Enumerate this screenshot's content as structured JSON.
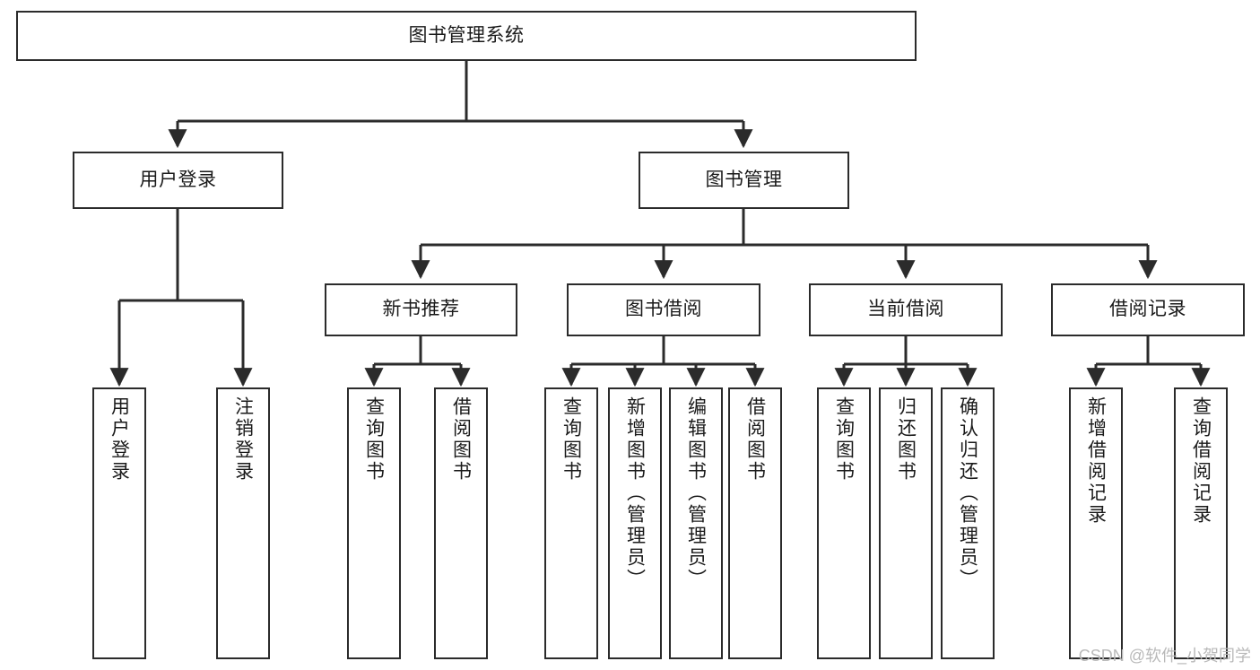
{
  "diagram": {
    "title": "图书管理系统",
    "type": "tree-hierarchy",
    "watermark": "CSDN @软件_小贺同学",
    "colors": {
      "box_border": "#2b2b2b",
      "box_fill": "#ffffff",
      "connector": "#2b2b2b",
      "text": "#1a1a1a",
      "watermark": "#b9b9b9",
      "background": "#ffffff"
    },
    "nodes": {
      "root": {
        "label": "图书管理系统"
      },
      "level2": [
        {
          "id": "user-login",
          "label": "用户登录"
        },
        {
          "id": "book-management",
          "label": "图书管理"
        }
      ],
      "level3": [
        {
          "id": "new-book-recommend",
          "label": "新书推荐"
        },
        {
          "id": "book-borrow",
          "label": "图书借阅"
        },
        {
          "id": "current-borrow",
          "label": "当前借阅"
        },
        {
          "id": "borrow-record",
          "label": "借阅记录"
        }
      ],
      "leaves": {
        "user-login": [
          {
            "id": "leaf-user-login",
            "label": "用户登录"
          },
          {
            "id": "leaf-logout-login",
            "label": "注销登录"
          }
        ],
        "new-book-recommend": [
          {
            "id": "leaf-query-book-1",
            "label": "查询图书"
          },
          {
            "id": "leaf-borrow-book-1",
            "label": "借阅图书"
          }
        ],
        "book-borrow": [
          {
            "id": "leaf-query-book-2",
            "label": "查询图书"
          },
          {
            "id": "leaf-add-book",
            "label": "新增图书（管理员）"
          },
          {
            "id": "leaf-edit-book",
            "label": "编辑图书（管理员）"
          },
          {
            "id": "leaf-borrow-book-2",
            "label": "借阅图书"
          }
        ],
        "current-borrow": [
          {
            "id": "leaf-query-book-3",
            "label": "查询图书"
          },
          {
            "id": "leaf-return-book",
            "label": "归还图书"
          },
          {
            "id": "leaf-confirm-return",
            "label": "确认归还（管理员）"
          }
        ],
        "borrow-record": [
          {
            "id": "leaf-add-record",
            "label": "新增借阅记录"
          },
          {
            "id": "leaf-query-record",
            "label": "查询借阅记录"
          }
        ]
      }
    }
  }
}
